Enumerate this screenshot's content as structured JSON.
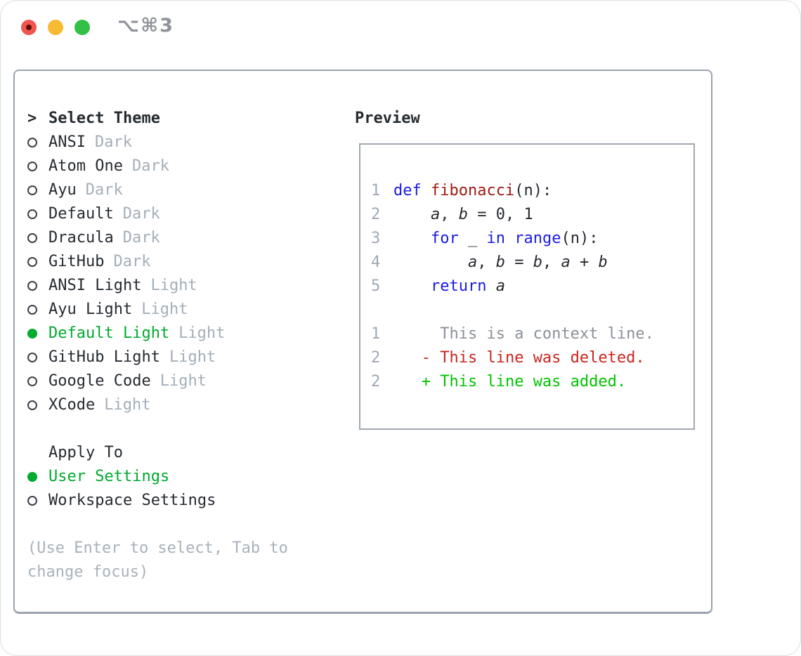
{
  "window": {
    "title": "⌥⌘3",
    "traffic_lights": {
      "close": "close",
      "minimize": "minimize",
      "zoom": "zoom"
    }
  },
  "theme_panel": {
    "header": {
      "prefix": ">",
      "label": "Select Theme"
    },
    "items": [
      {
        "name": "ANSI",
        "variant": "Dark",
        "selected": false
      },
      {
        "name": "Atom One",
        "variant": "Dark",
        "selected": false
      },
      {
        "name": "Ayu",
        "variant": "Dark",
        "selected": false
      },
      {
        "name": "Default",
        "variant": "Dark",
        "selected": false
      },
      {
        "name": "Dracula",
        "variant": "Dark",
        "selected": false
      },
      {
        "name": "GitHub",
        "variant": "Dark",
        "selected": false
      },
      {
        "name": "ANSI Light",
        "variant": "Light",
        "selected": false
      },
      {
        "name": "Ayu Light",
        "variant": "Light",
        "selected": false
      },
      {
        "name": "Default Light",
        "variant": "Light",
        "selected": true
      },
      {
        "name": "GitHub Light",
        "variant": "Light",
        "selected": false
      },
      {
        "name": "Google Code",
        "variant": "Light",
        "selected": false
      },
      {
        "name": "XCode",
        "variant": "Light",
        "selected": false
      }
    ],
    "apply_to": {
      "label": "Apply To",
      "options": [
        {
          "name": "User Settings",
          "selected": true
        },
        {
          "name": "Workspace Settings",
          "selected": false
        }
      ]
    },
    "hint": "(Use Enter to select, Tab to change focus)"
  },
  "preview": {
    "label": "Preview",
    "code_lines": [
      {
        "num": "1",
        "segments": [
          {
            "t": "def",
            "c": "keyword"
          },
          {
            "t": " ",
            "c": "plain"
          },
          {
            "t": "fibonacci",
            "c": "function"
          },
          {
            "t": "(n):",
            "c": "plain"
          }
        ]
      },
      {
        "num": "2",
        "segments": [
          {
            "t": "    ",
            "c": "plain"
          },
          {
            "t": "a",
            "c": "variable"
          },
          {
            "t": ", ",
            "c": "plain"
          },
          {
            "t": "b",
            "c": "variable"
          },
          {
            "t": " = ",
            "c": "plain"
          },
          {
            "t": "0, 1",
            "c": "plain"
          }
        ]
      },
      {
        "num": "3",
        "segments": [
          {
            "t": "    ",
            "c": "plain"
          },
          {
            "t": "for",
            "c": "keyword"
          },
          {
            "t": " _ ",
            "c": "plain"
          },
          {
            "t": "in",
            "c": "keyword"
          },
          {
            "t": " ",
            "c": "plain"
          },
          {
            "t": "range",
            "c": "keyword"
          },
          {
            "t": "(n):",
            "c": "plain"
          }
        ]
      },
      {
        "num": "4",
        "segments": [
          {
            "t": "        ",
            "c": "plain"
          },
          {
            "t": "a",
            "c": "variable"
          },
          {
            "t": ", ",
            "c": "plain"
          },
          {
            "t": "b",
            "c": "variable"
          },
          {
            "t": " = ",
            "c": "plain"
          },
          {
            "t": "b",
            "c": "variable"
          },
          {
            "t": ", ",
            "c": "plain"
          },
          {
            "t": "a",
            "c": "variable"
          },
          {
            "t": " + ",
            "c": "plain"
          },
          {
            "t": "b",
            "c": "variable"
          }
        ]
      },
      {
        "num": "5",
        "segments": [
          {
            "t": "    ",
            "c": "plain"
          },
          {
            "t": "return",
            "c": "keyword"
          },
          {
            "t": " ",
            "c": "plain"
          },
          {
            "t": "a",
            "c": "variable"
          }
        ]
      }
    ],
    "diff_lines": [
      {
        "num": "1",
        "segments": [
          {
            "t": "     This is a context line.",
            "c": "context"
          }
        ]
      },
      {
        "num": "2",
        "segments": [
          {
            "t": "   ",
            "c": "plain"
          },
          {
            "t": "- This line was deleted.",
            "c": "removed"
          }
        ]
      },
      {
        "num": "2",
        "segments": [
          {
            "t": "   ",
            "c": "plain"
          },
          {
            "t": "+ This line was added.",
            "c": "added"
          }
        ]
      }
    ]
  },
  "colors": {
    "accent_green": "#00ab2e",
    "diff_added": "#00c300",
    "diff_removed": "#c9251d",
    "keyword_blue": "#1b1be0",
    "function_red": "#9e1a12",
    "text_dark": "#262b31",
    "muted_gray": "#a4aeb9",
    "hint_gray": "#a8b1bb",
    "line_number_gray": "#9fa9b4",
    "context_gray": "#8a9199",
    "panel_border": "#9aa3ae",
    "preview_border": "#a0a8b2",
    "traffic_red": "#f2554d",
    "traffic_yellow": "#f7ba33",
    "traffic_green": "#32c144"
  }
}
